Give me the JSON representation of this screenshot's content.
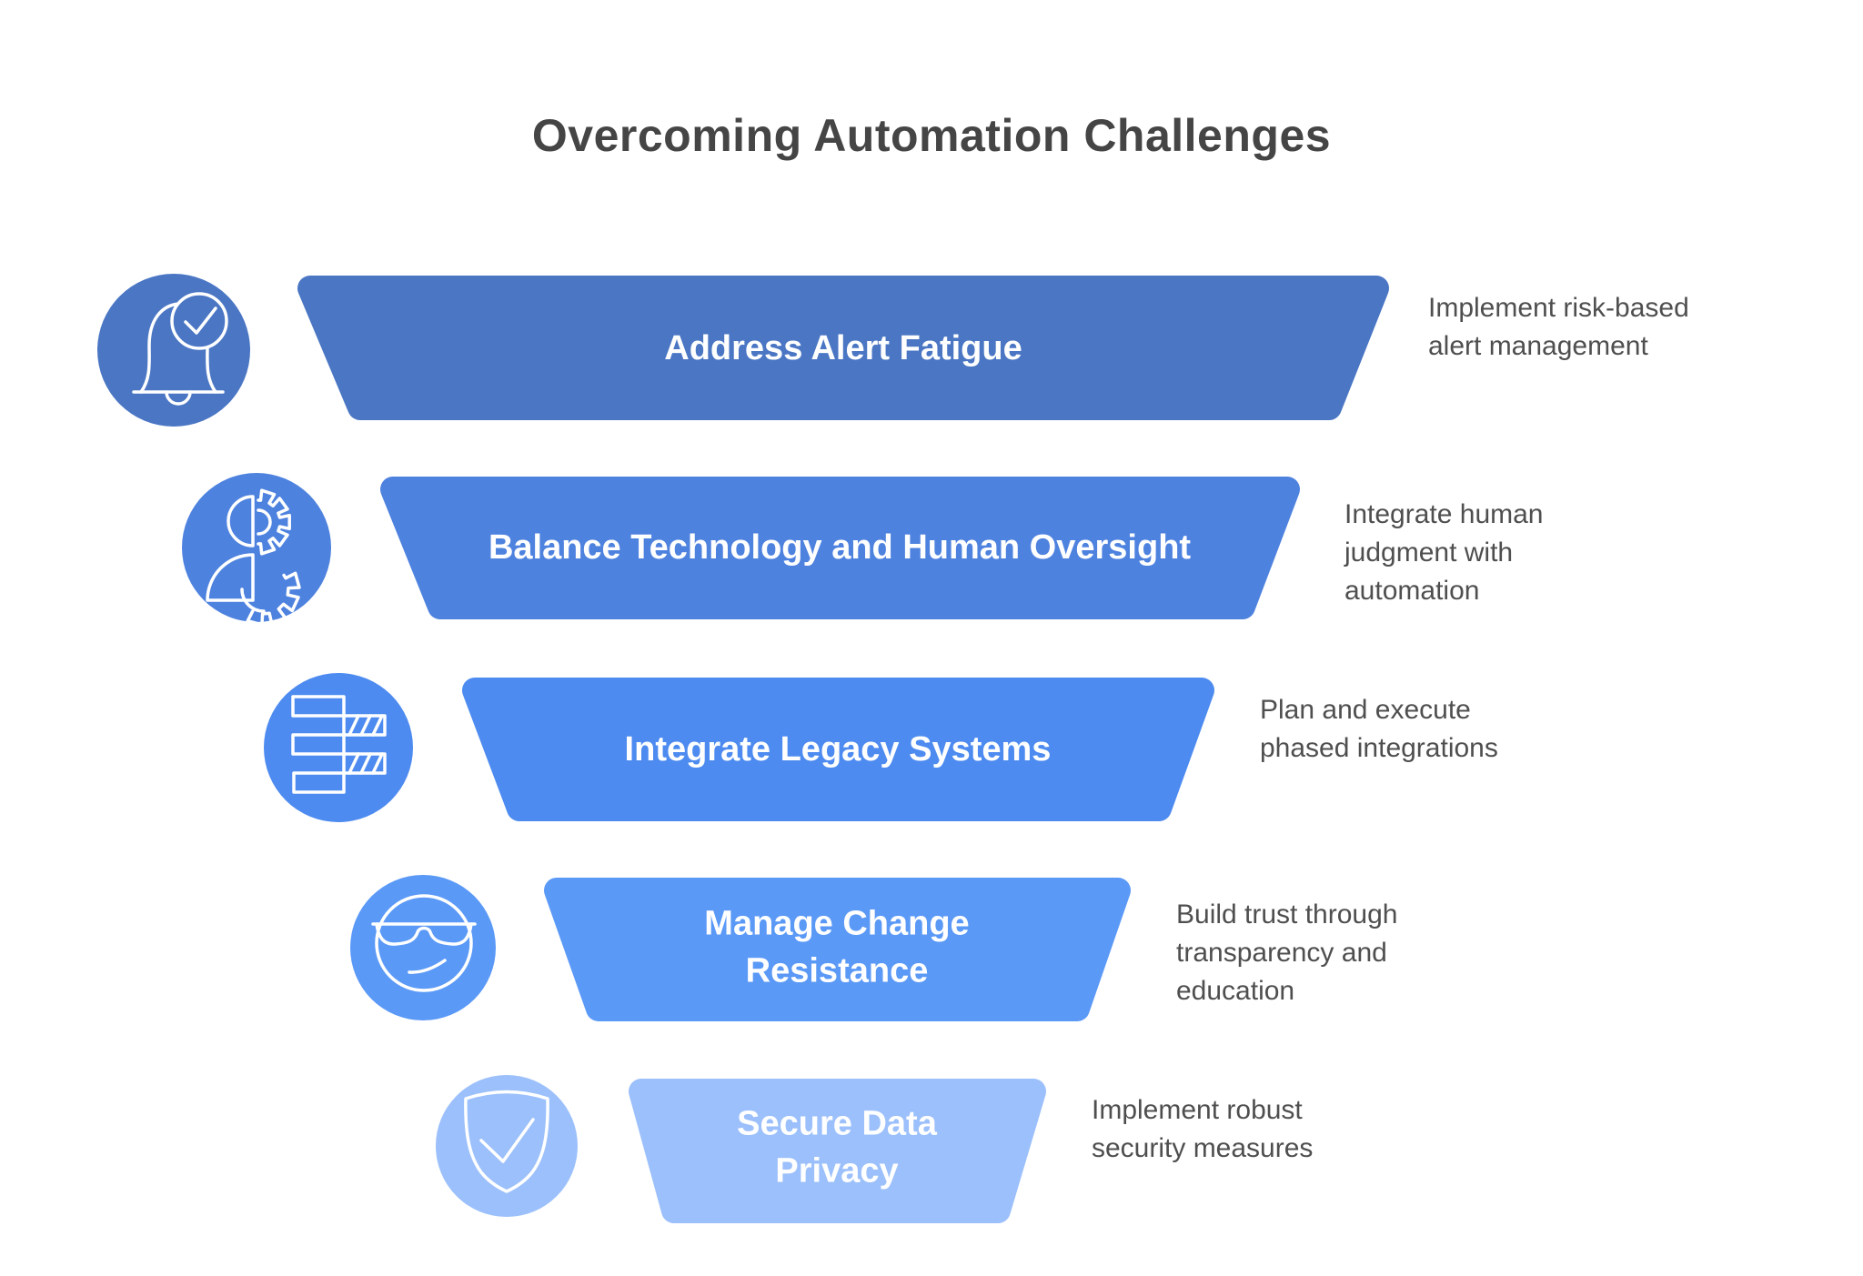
{
  "title": "Overcoming Automation Challenges",
  "funnel": {
    "levels": [
      {
        "rank": 1,
        "label": "Address Alert Fatigue",
        "description": "Implement risk-based\nalert management",
        "color": "#4a76c4",
        "icon": "bell-check-icon"
      },
      {
        "rank": 2,
        "label": "Balance Technology and Human Oversight",
        "description": "Integrate human\njudgment with\nautomation",
        "color": "#4e82df",
        "icon": "person-gear-icon"
      },
      {
        "rank": 3,
        "label": "Integrate Legacy Systems",
        "description": "Plan and execute\nphased integrations",
        "color": "#4d8bf0",
        "icon": "legacy-blocks-icon"
      },
      {
        "rank": 4,
        "label": "Manage Change\nResistance",
        "description": "Build trust through\ntransparency and\neducation",
        "color": "#5b99f7",
        "icon": "cool-face-icon"
      },
      {
        "rank": 5,
        "label": "Secure Data\nPrivacy",
        "description": "Implement robust\nsecurity measures",
        "color": "#9cc0fb",
        "icon": "shield-check-icon"
      }
    ]
  }
}
